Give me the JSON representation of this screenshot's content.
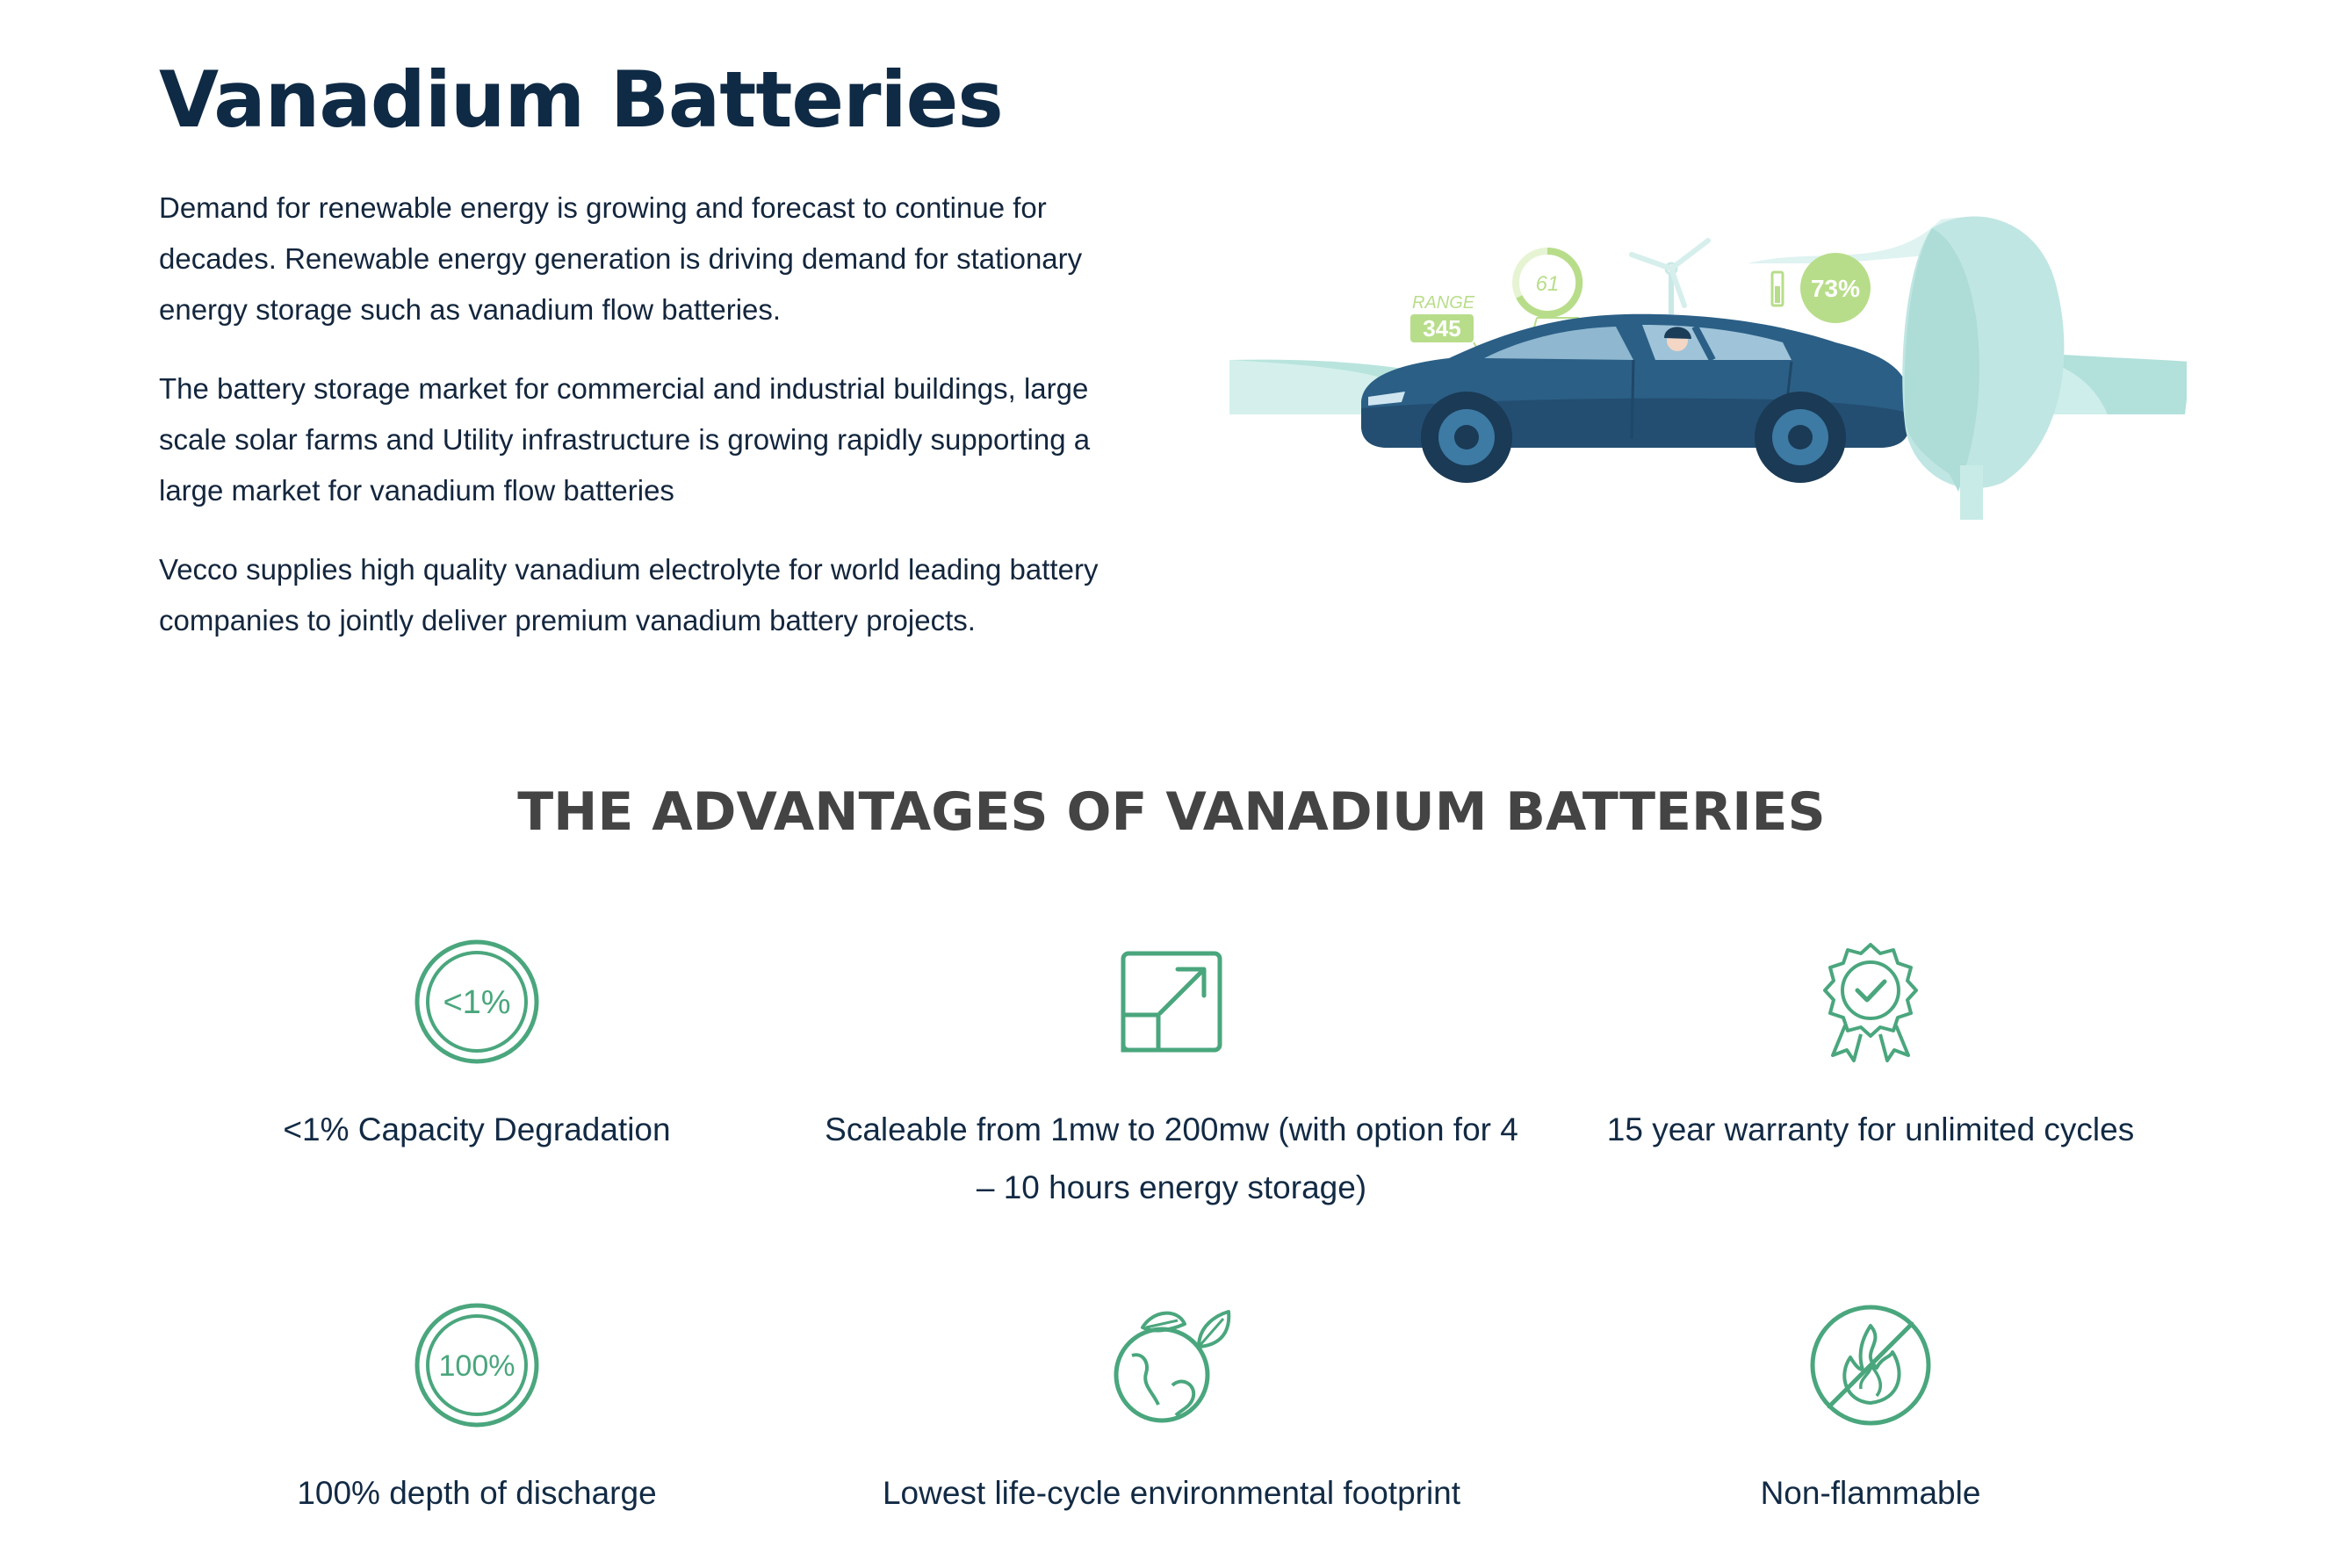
{
  "page": {
    "title": "Vanadium Batteries",
    "paragraphs": [
      "Demand for renewable energy is growing and forecast to continue for decades. Renewable energy generation is driving demand for stationary energy storage such as vanadium flow batteries.",
      "The battery storage market for commercial and industrial buildings, large scale solar farms and Utility infrastructure is growing rapidly supporting a large market for vanadium flow batteries",
      "Vecco supplies high quality vanadium electrolyte for world leading battery companies to jointly deliver premium vanadium battery projects."
    ]
  },
  "hero": {
    "range_label": "RANGE",
    "range_value": "345",
    "gauge_value": "61",
    "battery_percent": "73%"
  },
  "advantages": {
    "heading": "THE ADVANTAGES OF VANADIUM BATTERIES",
    "items": [
      {
        "label": "<1% Capacity Degradation",
        "icon": "less-than-one-percent-icon",
        "icon_text": "<1%"
      },
      {
        "label": "Scaleable from 1mw to 200mw (with option for 4 – 10 hours energy storage)",
        "icon": "scale-up-icon"
      },
      {
        "label": "15 year warranty for unlimited cycles",
        "icon": "warranty-badge-icon"
      },
      {
        "label": "100% depth of discharge",
        "icon": "hundred-percent-icon",
        "icon_text": "100%"
      },
      {
        "label": "Lowest life-cycle environmental footprint",
        "icon": "eco-earth-icon"
      },
      {
        "label": "Non-flammable",
        "icon": "non-flammable-icon"
      }
    ]
  },
  "colors": {
    "title": "#0f2a45",
    "heading": "#444444",
    "icon_green": "#4aa67d",
    "car_blue": "#2b5f86",
    "tree_mint": "#bfe6e2",
    "accent_lime": "#b8dd8a"
  }
}
